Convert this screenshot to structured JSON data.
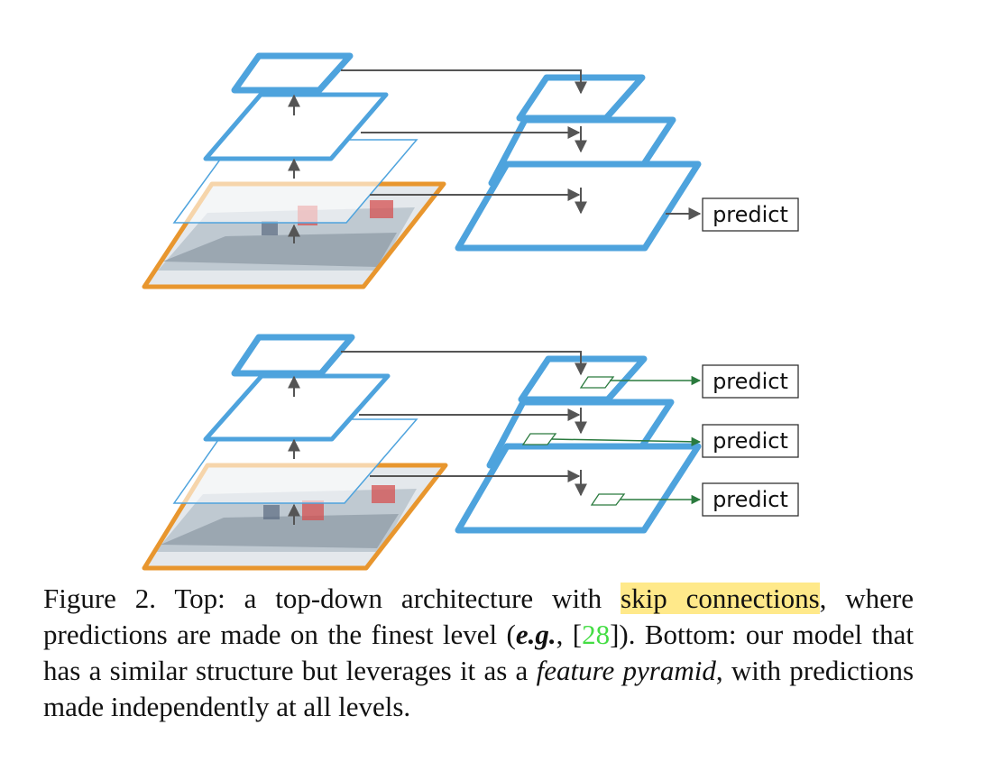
{
  "figure": {
    "colors": {
      "feature_blue": "#4ea3dd",
      "image_orange": "#e8962e",
      "arrow_gray": "#555555",
      "predict_green": "#2a7a3e"
    },
    "top": {
      "predict_labels": [
        "predict"
      ]
    },
    "bottom": {
      "predict_labels": [
        "predict",
        "predict",
        "predict"
      ]
    }
  },
  "caption": {
    "lead": "Figure 2. Top: a top-down architecture with ",
    "highlight": "skip connections",
    "after_highlight": ", where predictions are made on the finest level (",
    "eg": "e.g.",
    "eg_comma": ", [",
    "cite": "28",
    "cite_close": "]). Bottom: our model that has a similar structure but leverages it as a ",
    "term": "feature pyramid",
    "tail": ", with predictions made independently at all levels."
  }
}
